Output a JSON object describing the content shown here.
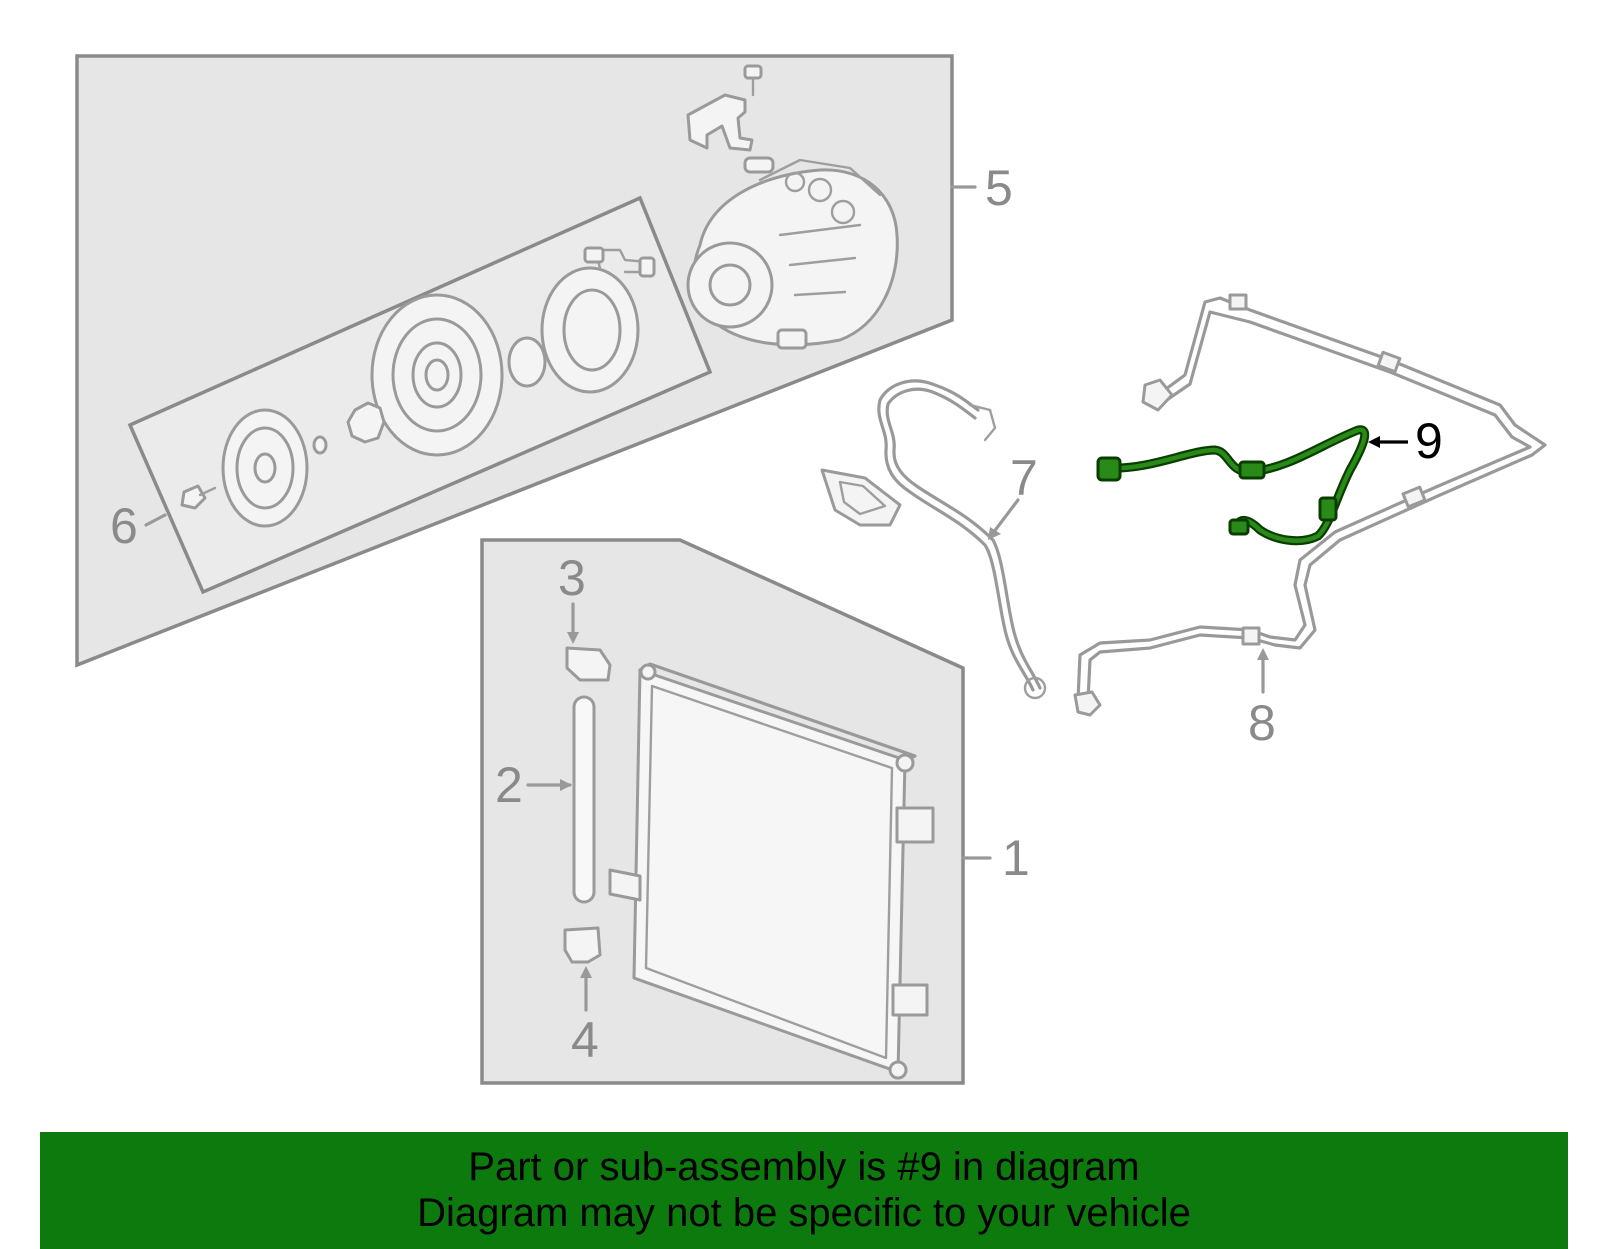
{
  "callouts": {
    "c1": "1",
    "c2": "2",
    "c3": "3",
    "c4": "4",
    "c5": "5",
    "c6": "6",
    "c7": "7",
    "c8": "8",
    "c9": "9"
  },
  "banner": {
    "line1": "Part or sub-assembly is #9 in diagram",
    "line2": "Diagram may not be specific to your vehicle"
  },
  "colors": {
    "highlight": "#2a8a18",
    "banner": "#0d7a0d",
    "line_art": "#999999"
  }
}
